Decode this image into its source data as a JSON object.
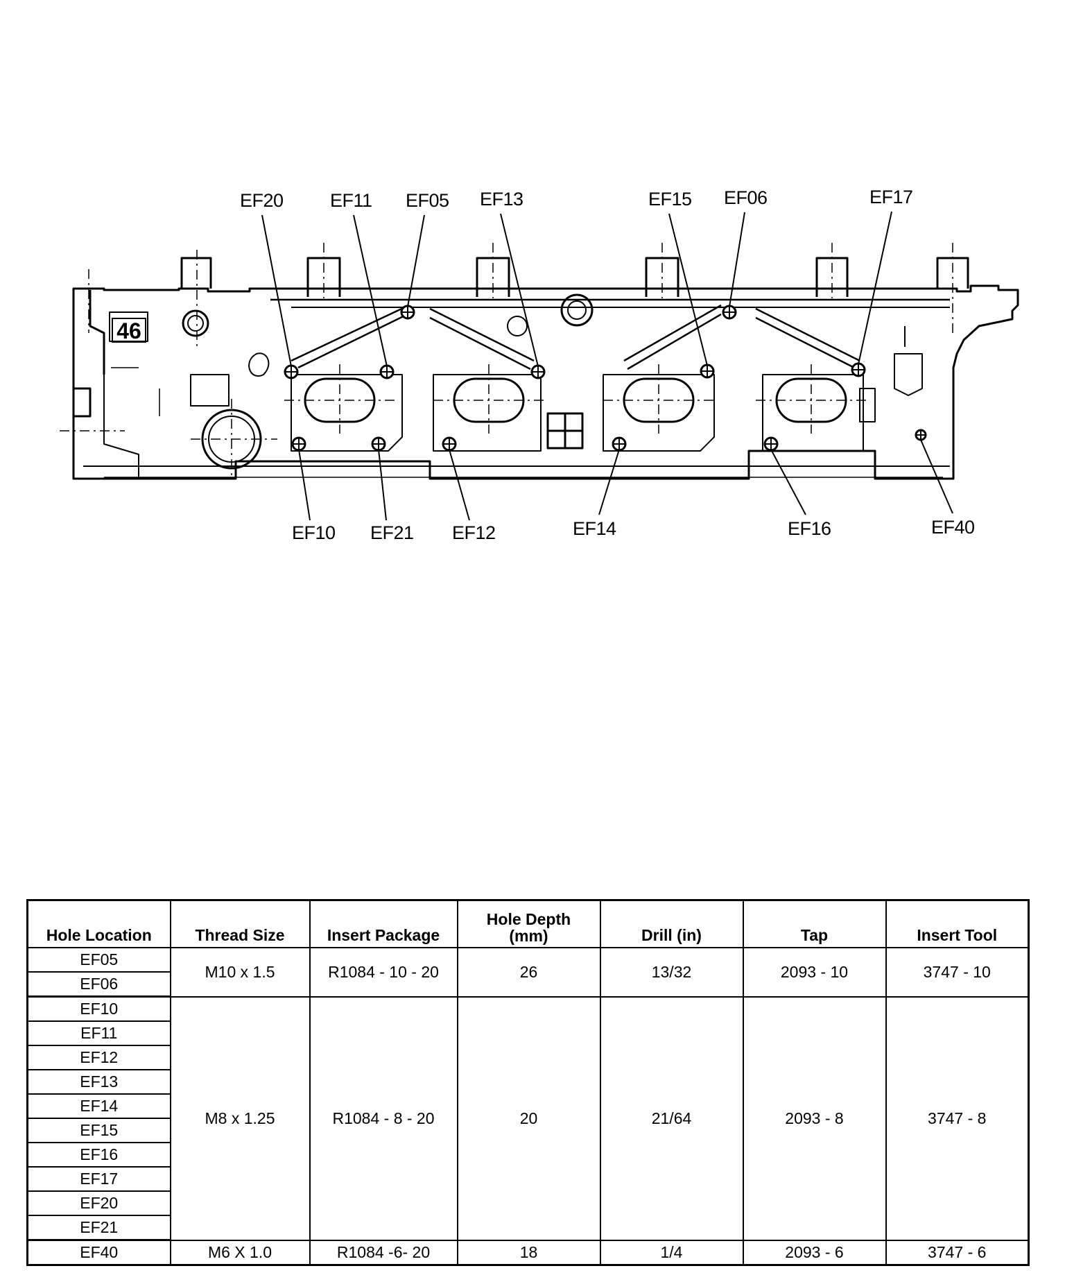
{
  "diagram": {
    "callouts_top": [
      "EF20",
      "EF11",
      "EF05",
      "EF13",
      "EF15",
      "EF06",
      "EF17"
    ],
    "callouts_bottom": [
      "EF10",
      "EF21",
      "EF12",
      "EF14",
      "EF16",
      "EF40"
    ],
    "casting_mark": "46"
  },
  "table": {
    "headers": [
      "Hole Location",
      "Thread Size",
      "Insert Package",
      "Hole Depth\n(mm)",
      "Drill (in)",
      "Tap",
      "Insert Tool"
    ],
    "groups": [
      {
        "locations": [
          "EF05",
          "EF06"
        ],
        "thread_size": "M10 x 1.5",
        "insert_package": "R1084 - 10 - 20",
        "hole_depth": "26",
        "drill": "13/32",
        "tap": "2093 - 10",
        "insert_tool": "3747 - 10"
      },
      {
        "locations": [
          "EF10",
          "EF11",
          "EF12",
          "EF13",
          "EF14",
          "EF15",
          "EF16",
          "EF17",
          "EF20",
          "EF21"
        ],
        "thread_size": "M8 x 1.25",
        "insert_package": "R1084 - 8 - 20",
        "hole_depth": "20",
        "drill": "21/64",
        "tap": "2093 - 8",
        "insert_tool": "3747 - 8"
      },
      {
        "locations": [
          "EF40"
        ],
        "thread_size": "M6 X 1.0",
        "insert_package": "R1084 -6- 20",
        "hole_depth": "18",
        "drill": "1/4",
        "tap": "2093 - 6",
        "insert_tool": "3747 - 6"
      }
    ]
  }
}
